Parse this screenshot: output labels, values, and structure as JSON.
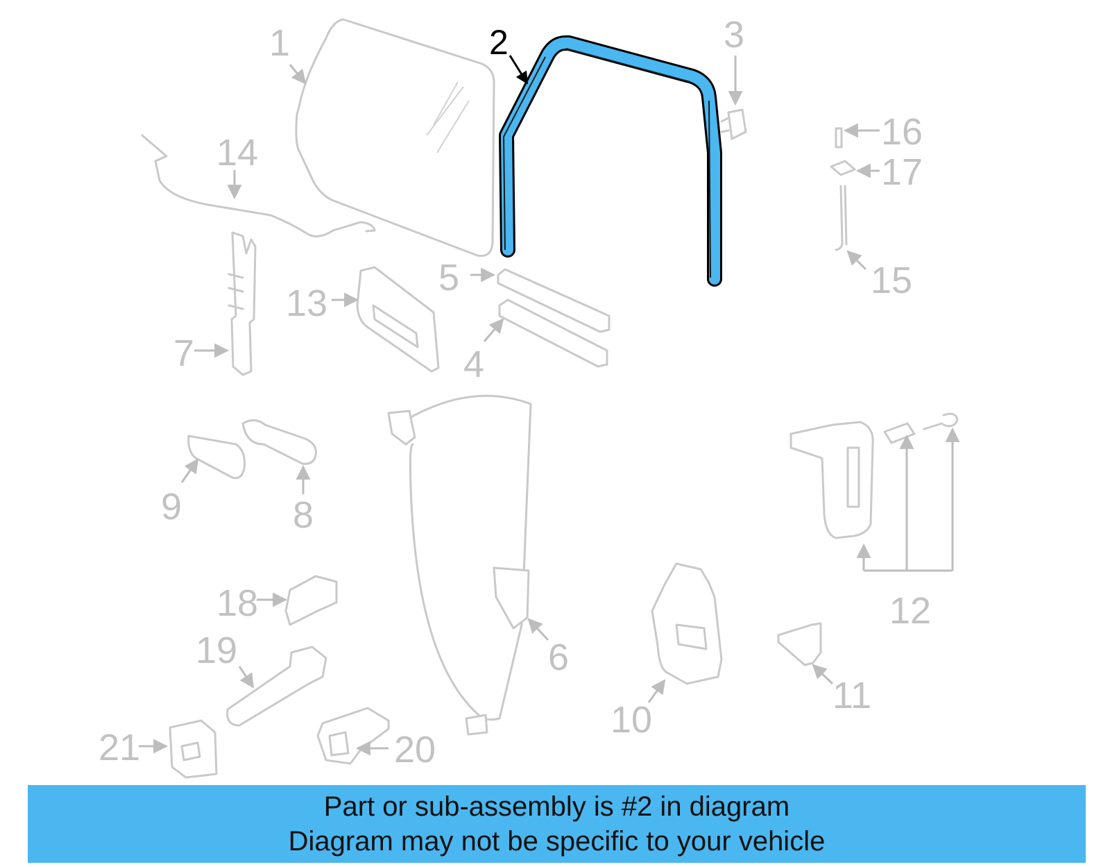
{
  "diagram": {
    "highlight_color": "#4ab7f0",
    "highlighted_part": "2",
    "callouts": [
      "1",
      "2",
      "3",
      "4",
      "5",
      "6",
      "7",
      "8",
      "9",
      "10",
      "11",
      "12",
      "13",
      "14",
      "15",
      "16",
      "17",
      "18",
      "19",
      "20",
      "21"
    ]
  },
  "banner": {
    "line1": "Part or sub-assembly is #2 in diagram",
    "line2": "Diagram may not be specific to your vehicle",
    "background": "#4ab7f0"
  }
}
